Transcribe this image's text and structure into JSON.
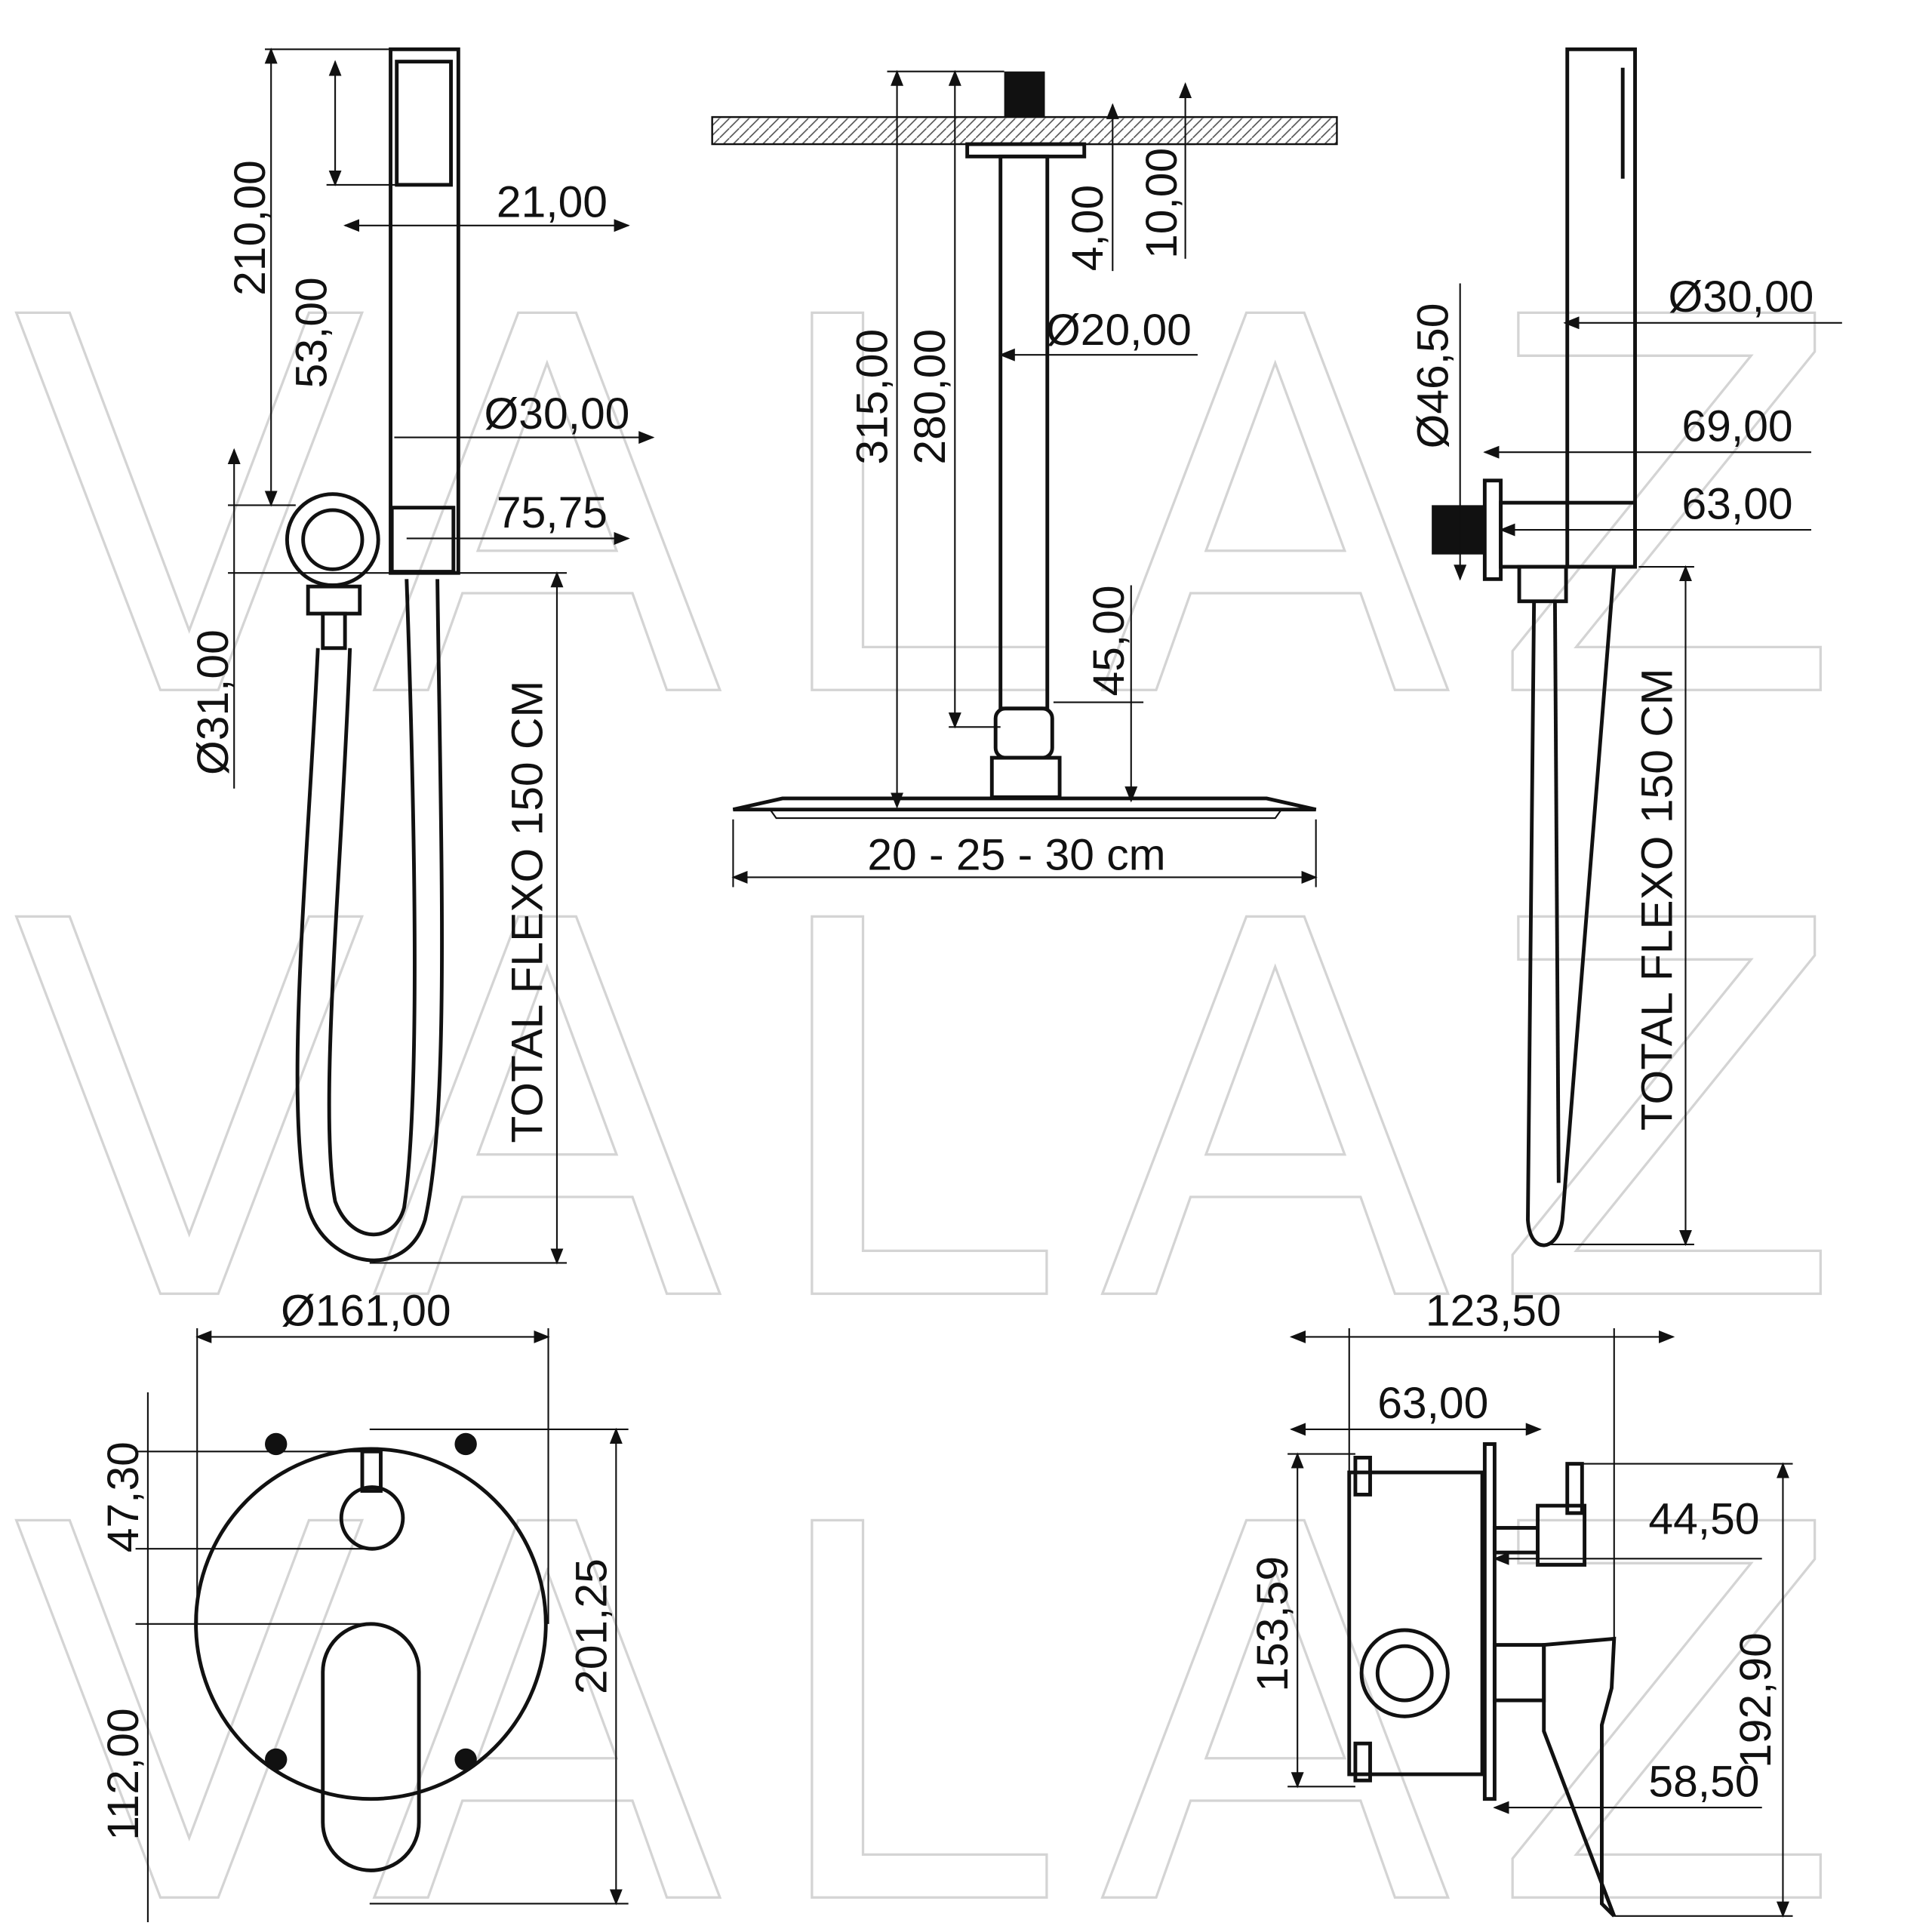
{
  "watermark": "VALAZ",
  "hand_shower_front": {
    "dims": {
      "total_height": "210,00",
      "head_height": "53,00",
      "head_width": "21,00",
      "body_diameter": "Ø30,00",
      "holder_width": "75,75",
      "holder_diameter": "Ø31,00",
      "hose": "TOTAL FLEXO 150 CM"
    }
  },
  "rain_shower": {
    "dims": {
      "total_height": "315,00",
      "arm_height": "280,00",
      "flange": "4,00",
      "ceiling": "10,00",
      "arm_diameter": "Ø20,00",
      "connector": "45,00",
      "head_size": "20 - 25 - 30 cm"
    }
  },
  "hand_shower_side": {
    "dims": {
      "plate_diameter": "Ø46,50",
      "body_diameter": "Ø30,00",
      "projection_total": "69,00",
      "projection": "63,00",
      "hose": "TOTAL FLEXO 150 CM"
    }
  },
  "mixer_front": {
    "dims": {
      "plate_diameter": "Ø161,00",
      "diverter_offset": "47,30",
      "lever_offset": "112,00",
      "total_height": "201,25"
    }
  },
  "mixer_side": {
    "dims": {
      "total_depth": "123,50",
      "box_depth": "63,00",
      "box_height": "153,59",
      "total_height": "192,90",
      "diverter_projection": "44,50",
      "lever_projection": "58,50"
    }
  }
}
